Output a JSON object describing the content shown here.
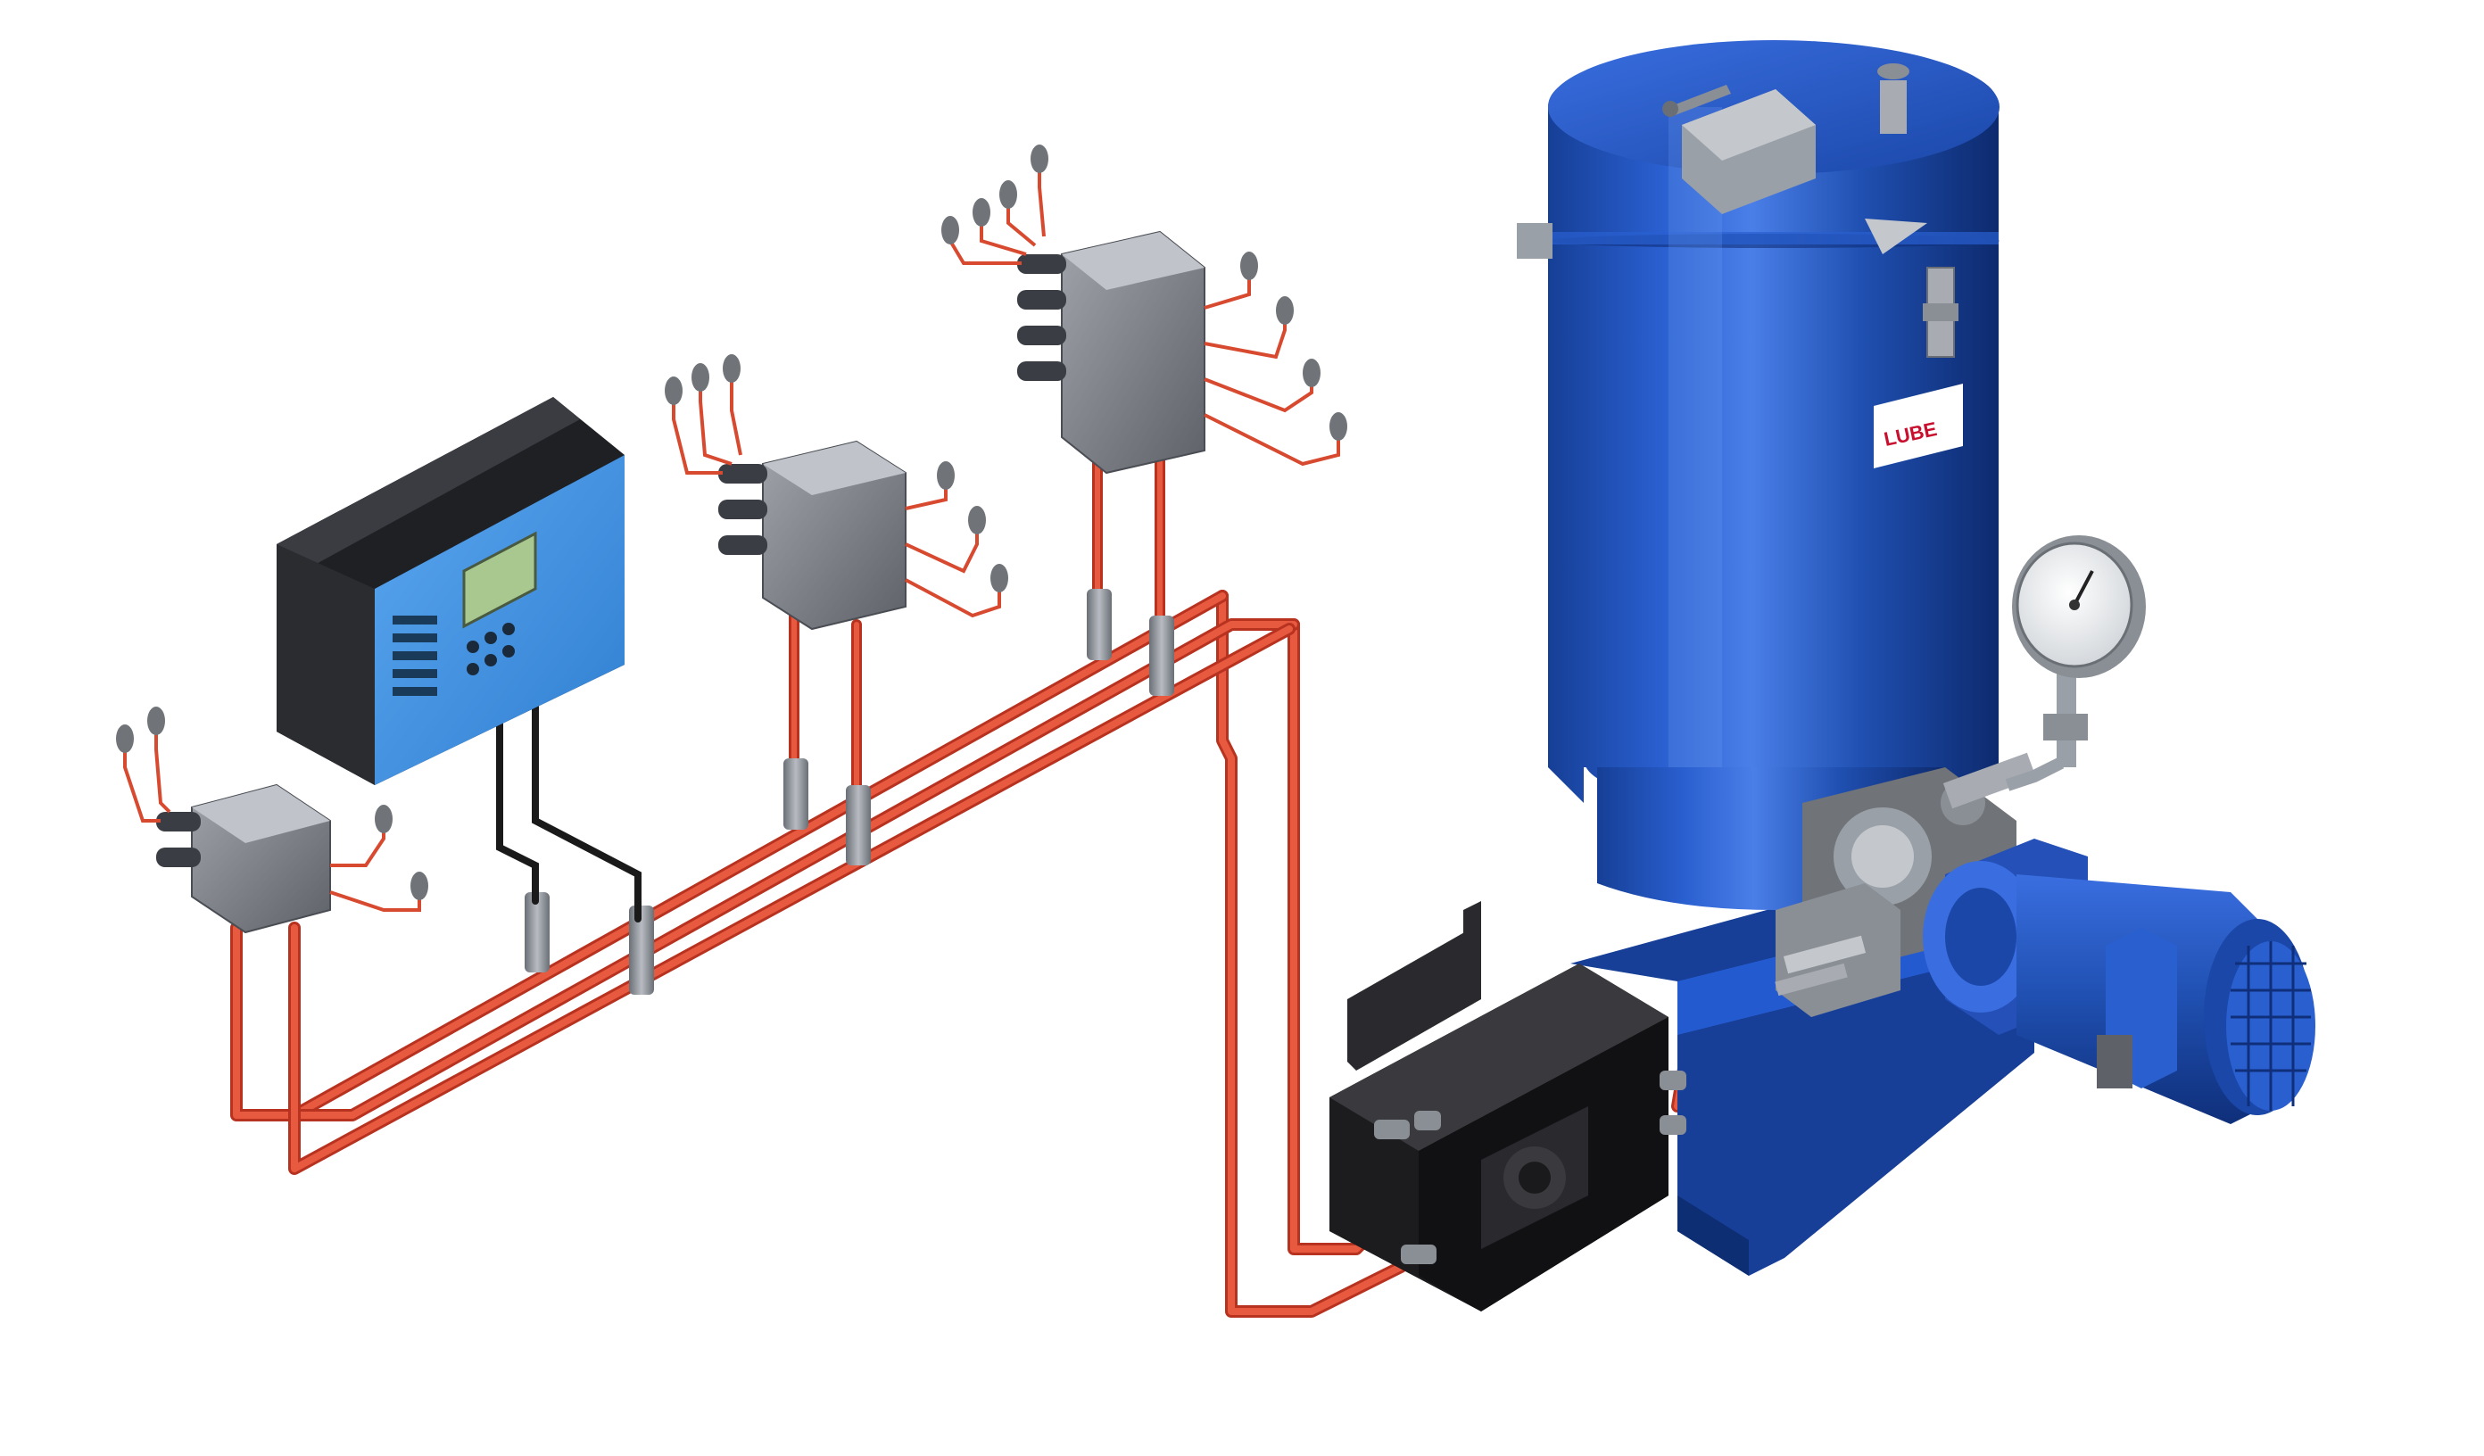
{
  "pump": {
    "brand_label": "LUBE",
    "reservoir_color": "#1f4fb0",
    "reservoir_highlight": "#4a7fe0",
    "reservoir_shadow": "#0d2a6e"
  },
  "colors": {
    "feed_line": "#e04830",
    "feed_line_dark": "#b83220",
    "cable": "#1a1a1a",
    "metal": "#8a8f96",
    "metal_light": "#c4c8cd",
    "metal_dark": "#55595f",
    "controller_body": "#2a2c30",
    "controller_panel": "#3d8fe0",
    "lcd": "#a8c890",
    "changeover_valve": "#1c1c1e",
    "motor": "#1f4fb0"
  },
  "components": {
    "controller": "control-unit",
    "reservoir": "grease-reservoir",
    "gauge": "pressure-gauge",
    "motor": "electric-motor",
    "changeover": "changeover-valve",
    "distributors": [
      "distributor-1",
      "distributor-2",
      "distributor-3"
    ]
  }
}
